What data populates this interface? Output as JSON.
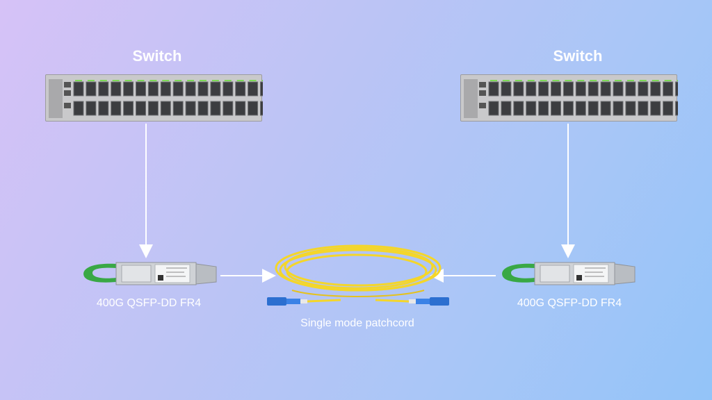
{
  "diagram": {
    "left_switch": {
      "label": "Switch"
    },
    "right_switch": {
      "label": "Switch"
    },
    "left_module": {
      "label": "400G QSFP-DD FR4"
    },
    "right_module": {
      "label": "400G QSFP-DD FR4"
    },
    "cable": {
      "label": "Single mode patchcord"
    },
    "colors": {
      "background_start": "#d6c2f7",
      "background_end": "#93c4f8",
      "arrow": "#ffffff",
      "switch_body": "#c9c9cb",
      "port_led": "#7ed957",
      "pull_tab": "#39a845",
      "fiber": "#f4d62a",
      "connector": "#2c6fd0"
    }
  }
}
